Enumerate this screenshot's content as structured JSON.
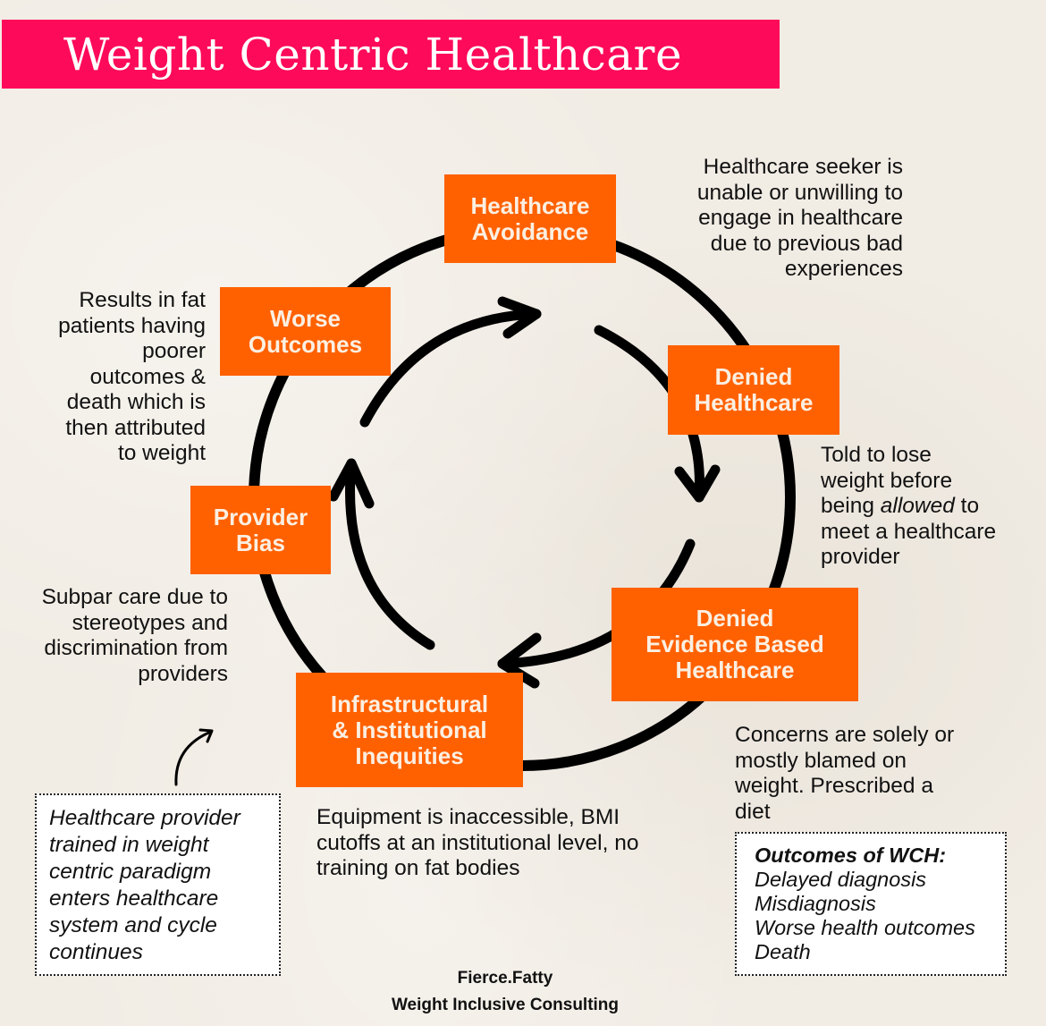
{
  "title": "Weight Centric Healthcare",
  "colors": {
    "banner": "#fe0a5a",
    "node": "#ff6100",
    "node_text": "#fbefe2",
    "background": "#f1ece4",
    "ink": "#111111"
  },
  "cycle": {
    "nodes": [
      {
        "id": "healthcare-avoidance",
        "label_lines": [
          "Healthcare",
          "Avoidance"
        ],
        "description": [
          "Healthcare seeker is",
          "unable or unwilling to",
          "engage in healthcare",
          "due to previous bad",
          "experiences"
        ]
      },
      {
        "id": "denied-healthcare",
        "label_lines": [
          "Denied",
          "Healthcare"
        ],
        "description_parts": [
          "Told to lose",
          "weight before",
          "being ",
          "allowed",
          " to",
          "meet a healthcare",
          "provider"
        ]
      },
      {
        "id": "denied-evidence-based-healthcare",
        "label_lines": [
          "Denied",
          "Evidence Based",
          "Healthcare"
        ],
        "description": [
          "Concerns are solely or",
          "mostly blamed on",
          "weight. Prescribed a",
          "diet"
        ]
      },
      {
        "id": "infrastructural-institutional-inequities",
        "label_lines": [
          "Infrastructural",
          "& Institutional",
          "Inequities"
        ],
        "description": [
          "Equipment is inaccessible, BMI",
          "cutoffs at an institutional level, no",
          "training on fat bodies"
        ]
      },
      {
        "id": "provider-bias",
        "label_lines": [
          "Provider",
          "Bias"
        ],
        "description": [
          "Subpar care due to",
          "stereotypes and",
          "discrimination from",
          "providers"
        ]
      },
      {
        "id": "worse-outcomes",
        "label_lines": [
          "Worse",
          "Outcomes"
        ],
        "description": [
          "Results in fat",
          "patients having",
          "poorer",
          "outcomes &",
          "death which is",
          "then attributed",
          "to weight"
        ]
      }
    ],
    "flow_direction": "clockwise"
  },
  "entry_note": [
    "Healthcare provider",
    "trained in weight",
    "centric paradigm",
    "enters healthcare",
    "system and cycle",
    "continues"
  ],
  "outcomes_box": {
    "heading": "Outcomes of WCH:",
    "items": [
      "Delayed diagnosis",
      "Misdiagnosis",
      "Worse health outcomes",
      "Death"
    ]
  },
  "footer": {
    "brand": "Fierce.Fatty",
    "tagline": "Weight Inclusive Consulting"
  }
}
